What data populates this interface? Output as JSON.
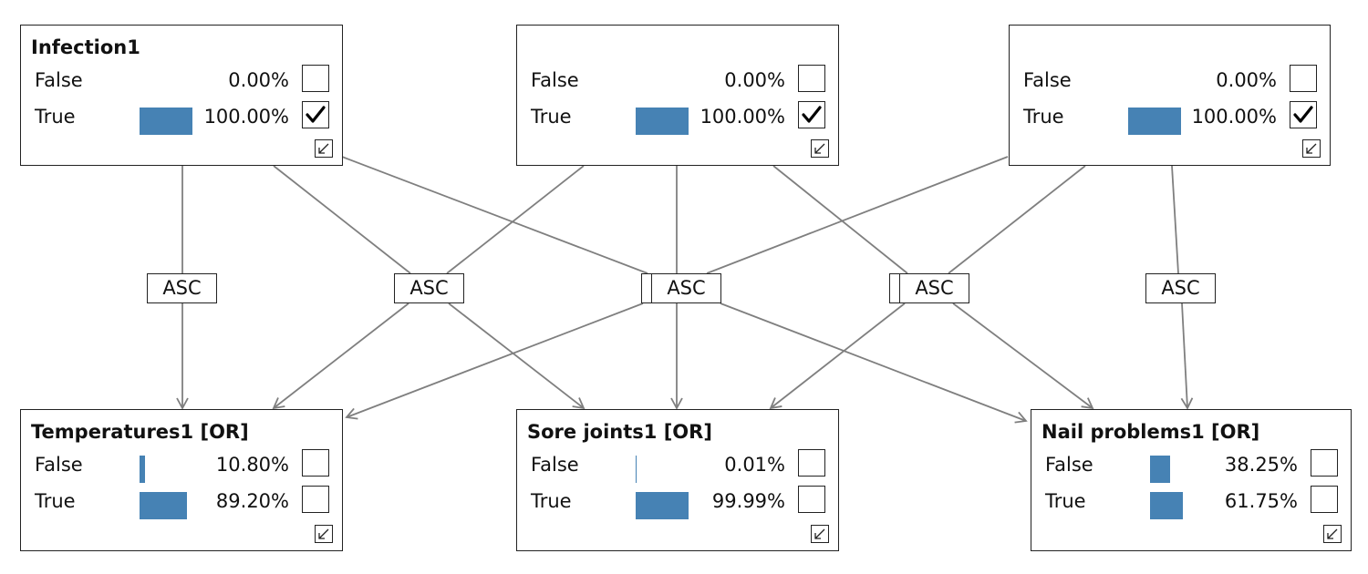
{
  "nodes": [
    {
      "id": "infection1",
      "title": "Infection1",
      "states": [
        {
          "label": "False",
          "value": "0.00%",
          "fraction": 0.0,
          "checked": false
        },
        {
          "label": "True",
          "value": "100.00%",
          "fraction": 1.0,
          "checked": true
        }
      ]
    },
    {
      "id": "infection2",
      "title": "",
      "states": [
        {
          "label": "False",
          "value": "0.00%",
          "fraction": 0.0,
          "checked": false
        },
        {
          "label": "True",
          "value": "100.00%",
          "fraction": 1.0,
          "checked": true
        }
      ]
    },
    {
      "id": "infection3",
      "title": "",
      "states": [
        {
          "label": "False",
          "value": "0.00%",
          "fraction": 0.0,
          "checked": false
        },
        {
          "label": "True",
          "value": "100.00%",
          "fraction": 1.0,
          "checked": true
        }
      ]
    },
    {
      "id": "temperatures1",
      "title": "Temperatures1 [OR]",
      "states": [
        {
          "label": "False",
          "value": "10.80%",
          "fraction": 0.108,
          "checked": false
        },
        {
          "label": "True",
          "value": "89.20%",
          "fraction": 0.892,
          "checked": false
        }
      ]
    },
    {
      "id": "sore-joints1",
      "title": "Sore joints1 [OR]",
      "states": [
        {
          "label": "False",
          "value": "0.01%",
          "fraction": 0.0001,
          "checked": false
        },
        {
          "label": "True",
          "value": "99.99%",
          "fraction": 0.9999,
          "checked": false
        }
      ]
    },
    {
      "id": "nail-problems1",
      "title": "Nail problems1 [OR]",
      "states": [
        {
          "label": "False",
          "value": "38.25%",
          "fraction": 0.3825,
          "checked": false
        },
        {
          "label": "True",
          "value": "61.75%",
          "fraction": 0.6175,
          "checked": false
        }
      ]
    }
  ],
  "asc_label": "ASC",
  "colors": {
    "bar": "#4682b4",
    "edge": "#7f7f7f",
    "border": "#222222"
  },
  "icons": {
    "check": "checkmark-icon",
    "collapse": "collapse-arrow-icon"
  }
}
